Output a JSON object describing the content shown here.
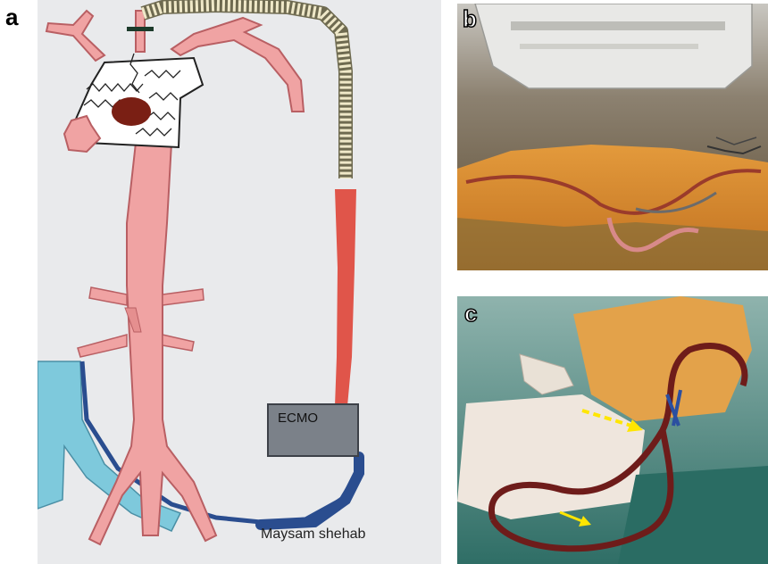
{
  "figure": {
    "panel_a": {
      "letter": "a",
      "device_label": "ECMO",
      "author_credit": "Maysam shehab"
    },
    "panel_b": {
      "letter": "b"
    },
    "panel_c": {
      "letter": "c"
    }
  },
  "colors": {
    "vessel_fill": "#f0a3a3",
    "vessel_stroke": "#b95f63",
    "return_cannula": "#e0554a",
    "drainage_cannula": "#2a4d8f",
    "graft_tube": "#efe8c8",
    "thrombus": "#7a1f14",
    "ecmo_box": "#7b8189",
    "vein_light": "#7ec9dc",
    "arrow_yellow": "#ffe600"
  },
  "icons": [
    "aorta-illustration",
    "ecmo-device",
    "surgical-photo",
    "operating-field-photo",
    "dashed-arrow",
    "solid-arrow"
  ]
}
